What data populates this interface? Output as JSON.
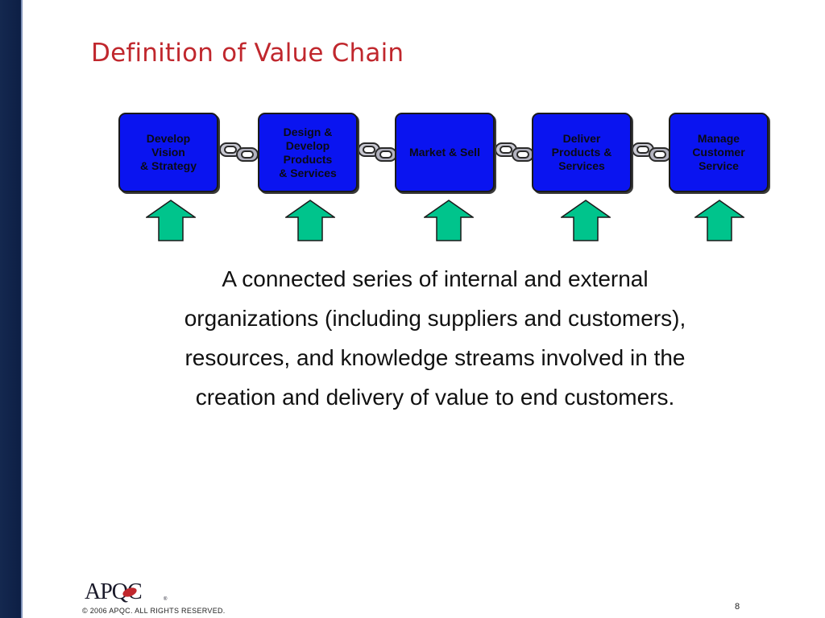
{
  "slide": {
    "title": "Definition of Value Chain",
    "description": "A connected series of internal and external organizations (including suppliers and customers), resources, and knowledge streams involved in the creation and delivery of value to end customers.",
    "copyright": "© 2006 APQC.  ALL RIGHTS RESERVED.",
    "page_number": "8",
    "logo_text": "APQC"
  },
  "chain": {
    "steps": [
      {
        "label": "Develop\nVision\n& Strategy"
      },
      {
        "label": "Design &\nDevelop\nProducts\n& Services"
      },
      {
        "label": "Market & Sell"
      },
      {
        "label": "Deliver\nProducts &\nServices"
      },
      {
        "label": "Manage\nCustomer\nService"
      }
    ]
  },
  "colors": {
    "title": "#c0272d",
    "box_fill": "#0a14f0",
    "arrow_fill": "#00c48c",
    "left_bar": "#14284f"
  }
}
